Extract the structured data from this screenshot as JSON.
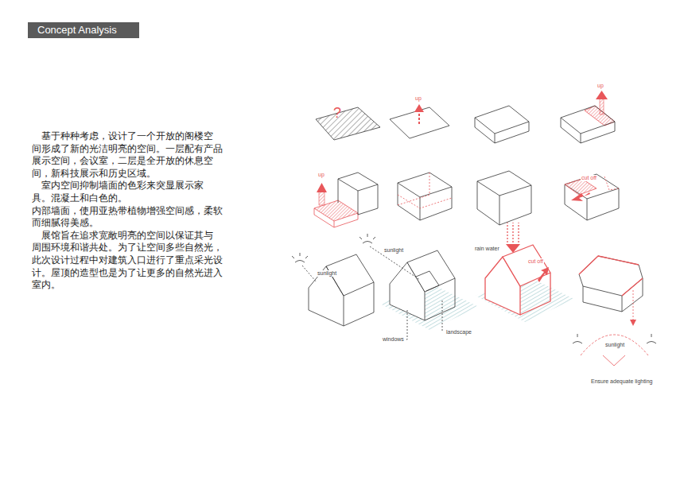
{
  "diagram": {
    "title": "Concept Analysis",
    "labels": [
      "基于种种考虑，设计了一个开放的阁楼空间形成了新的光洁明亮的空间。一层配有产品展示空间，会议室，二层是全开放的休息空间，新科技展示和历史区域。",
      "室内空间抑制墙面的色彩来突显展示家具。混凝土和白色的。",
      "内部墙面，使用亚热带植物增强空间感，柔软而细腻得美感。",
      "展馆旨在追求宽敞明亮的空间以保证其与周围环境和谐共处。为了让空间多些自然光，此次设计过程中对建筑入口进行了重点采光设计。屋顶的造型也是为了让更多的自然光进入室内。",
      "?",
      "up",
      "up",
      "up",
      "cut off",
      "sunlight",
      "sunlight",
      "rain water",
      "cut off",
      "windows",
      "landscape",
      "sunlight",
      "Ensure adequate lighting"
    ]
  }
}
